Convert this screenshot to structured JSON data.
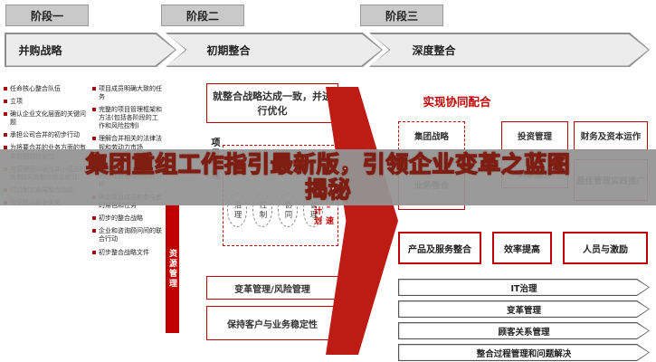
{
  "phases": [
    {
      "label": "阶段一"
    },
    {
      "label": "阶段二"
    },
    {
      "label": "阶段三"
    }
  ],
  "arrows": [
    {
      "label": "并购战略"
    },
    {
      "label": "初期整合"
    },
    {
      "label": "深度整合"
    }
  ],
  "col1": {
    "items": [
      "任命核心整合队伍",
      "立项",
      "确认企业文化层面的关键问题",
      "承担公司合并的初步行动",
      "为将要合并的业务方面的有关数据和信息包",
      "与管理层沟通合并小组进行为期3天的整合方法培训",
      "讨论制定高端整合战略",
      "验证核心竞争优化"
    ]
  },
  "col2": {
    "items": [
      "项目成员明确大致的任务",
      "完整的项目管理框架和方法(包括各阶段的工作和风险控制)",
      "理解合并相关的法律法规和劳动力市场",
      "整合各管理层和合并小组理解当前业务和合并的整体信息与方向的分析",
      "确定项目成员和参与者的角色和任务",
      "初步的整合战略",
      "企业和咨询顾问间的联合行动",
      "初步整合战略文件"
    ]
  },
  "middle": {
    "top_box": "就整合战略达成一致，并进行优化",
    "project_mgmt": "项目管理",
    "resource_mgmt": "资源管理",
    "circles": [
      "治理",
      "控制",
      "协同",
      "管理"
    ],
    "circle_note": "执行\"速赢\"计划",
    "box1": "变革管理/风险管理",
    "box2": "保持客户与业务稳定性"
  },
  "right": {
    "title": "实现协同配合",
    "grid": [
      [
        "集团战略",
        "投资管理",
        "财务及资本运作"
      ],
      [
        "业务整合",
        "共享服务",
        "最佳管理实践推广"
      ],
      [
        "产品及服务整合",
        "效率提高",
        "人员与激励"
      ]
    ],
    "banners": [
      "IT治理",
      "变革管理",
      "顾客关系管理",
      "整合过程管理和问题解决"
    ]
  },
  "overlay": {
    "title_line1": "集团重组工作指引最新版，引领企业变革之蓝图",
    "title_line2": "揭秘"
  }
}
